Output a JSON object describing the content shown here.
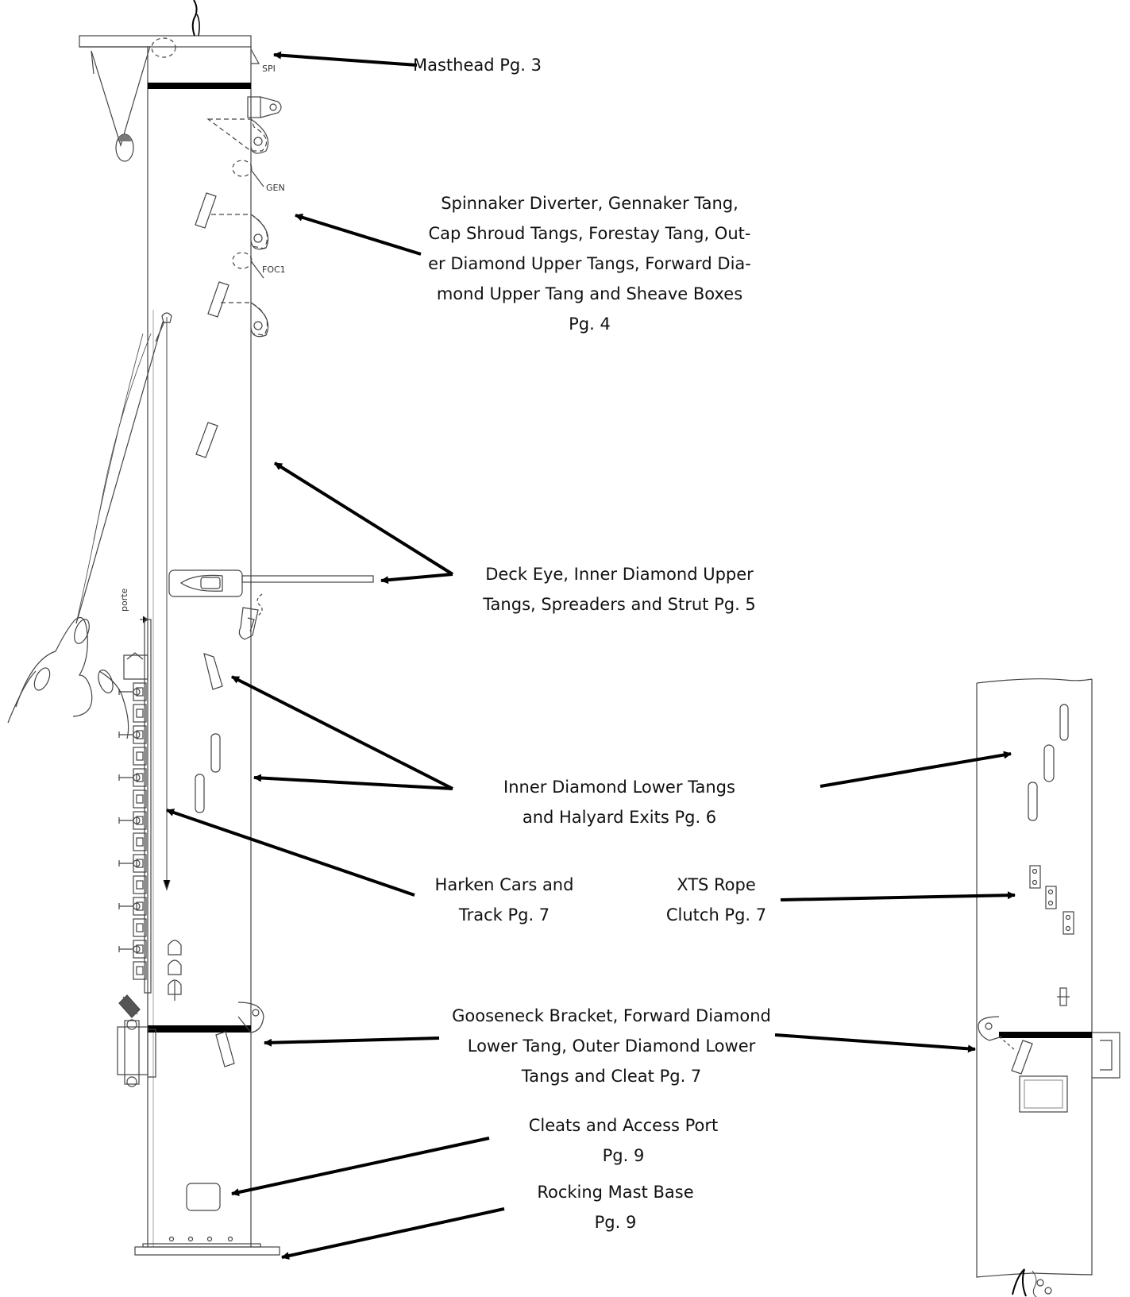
{
  "drawing_marks": {
    "spi": "SPI",
    "gen": "GEN",
    "foc1": "FOC1",
    "porte": "porte"
  },
  "labels": {
    "masthead": [
      "Masthead Pg. 3"
    ],
    "spinnaker": [
      "Spinnaker Diverter, Gennaker Tang,",
      "Cap Shroud Tangs, Forestay Tang, Out-",
      "er Diamond Upper Tangs, Forward Dia-",
      "mond Upper Tang and Sheave Boxes",
      "Pg. 4"
    ],
    "deck_eye": [
      "Deck Eye, Inner Diamond Upper",
      "Tangs, Spreaders and Strut Pg. 5"
    ],
    "inner_lower": [
      "Inner Diamond Lower Tangs",
      "and Halyard Exits Pg. 6"
    ],
    "harken": [
      "Harken Cars and",
      "Track Pg. 7"
    ],
    "xts": [
      "XTS Rope",
      "Clutch Pg. 7"
    ],
    "gooseneck": [
      "Gooseneck Bracket, Forward Diamond",
      "Lower Tang, Outer Diamond Lower",
      "Tangs and Cleat Pg. 7"
    ],
    "cleats": [
      "Cleats and Access Port",
      "Pg. 9"
    ],
    "base": [
      "Rocking Mast Base",
      "Pg. 9"
    ]
  }
}
